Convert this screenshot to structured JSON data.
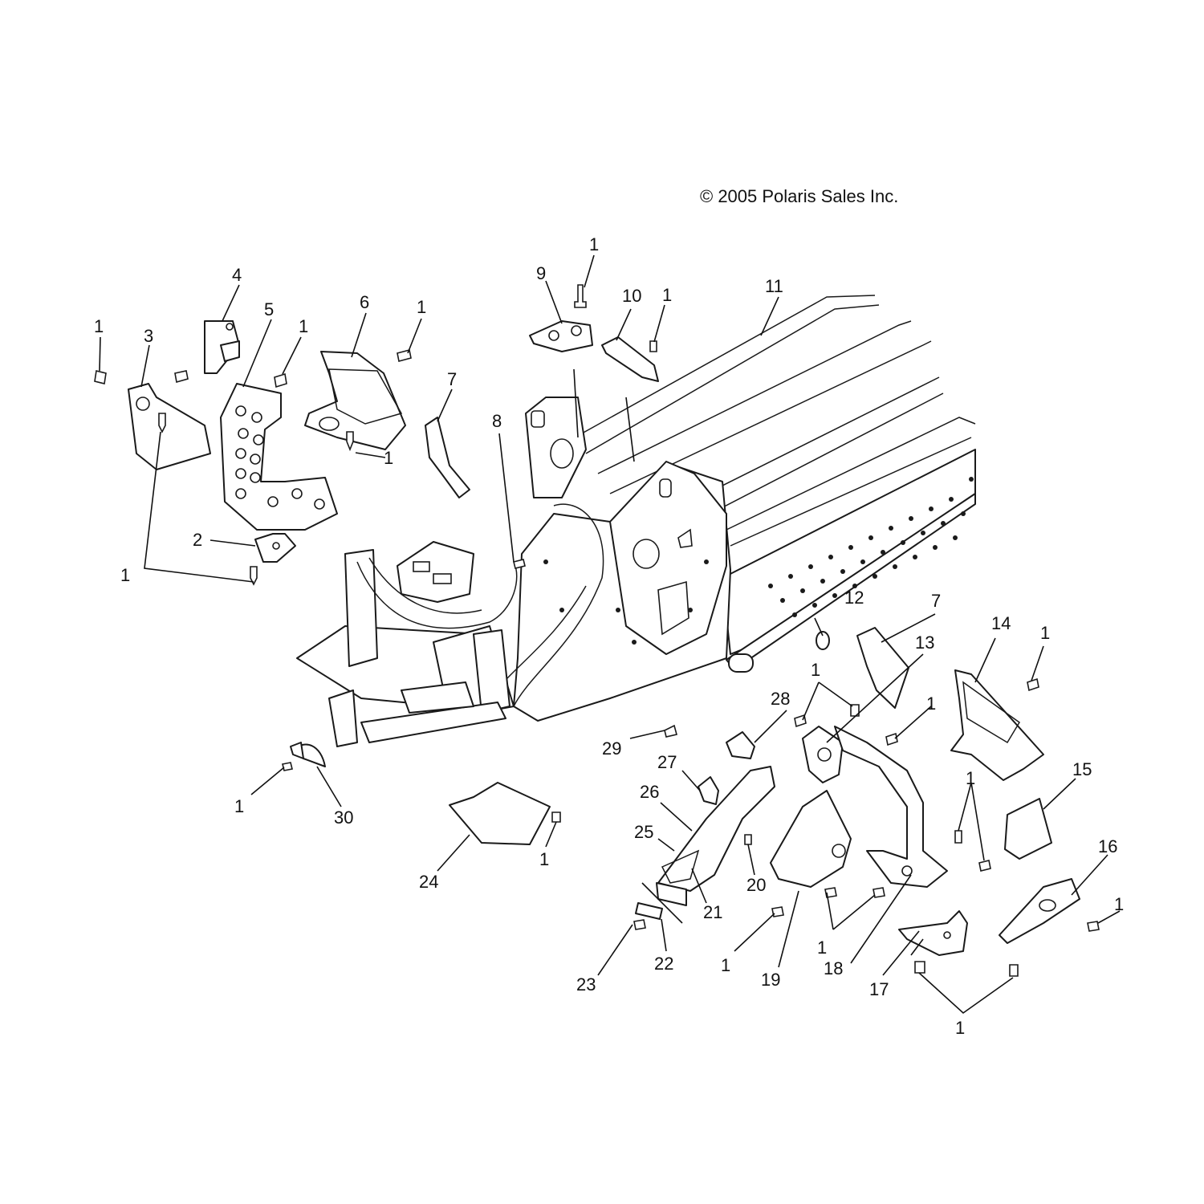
{
  "copyright": "© 2005 Polaris Sales Inc.",
  "callouts": {
    "c1": "1",
    "c2": "2",
    "c3": "3",
    "c4": "4",
    "c5": "5",
    "c6": "6",
    "c7": "7",
    "c8": "8",
    "c9": "9",
    "c10": "10",
    "c11": "11",
    "c12": "12",
    "c13": "13",
    "c14": "14",
    "c15": "15",
    "c16": "16",
    "c17": "17",
    "c18": "18",
    "c19": "19",
    "c20": "20",
    "c21": "21",
    "c22": "22",
    "c23": "23",
    "c24": "24",
    "c25": "25",
    "c26": "26",
    "c27": "27",
    "c28": "28",
    "c29": "29",
    "c30": "30"
  },
  "colors": {
    "line": "#1a1a1a",
    "background": "#ffffff"
  }
}
